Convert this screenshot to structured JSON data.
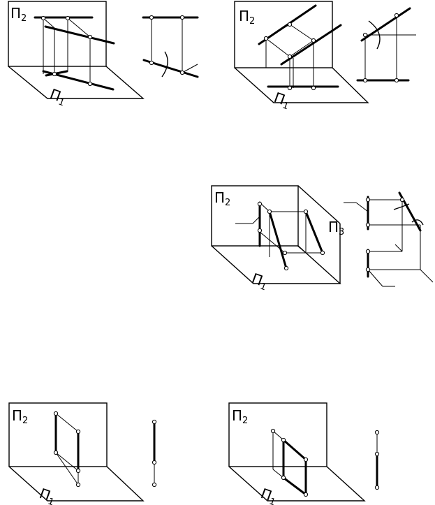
{
  "labels": {
    "pi": "П",
    "sub_2": "2",
    "sub_1": "1",
    "sub_3": "3"
  }
}
